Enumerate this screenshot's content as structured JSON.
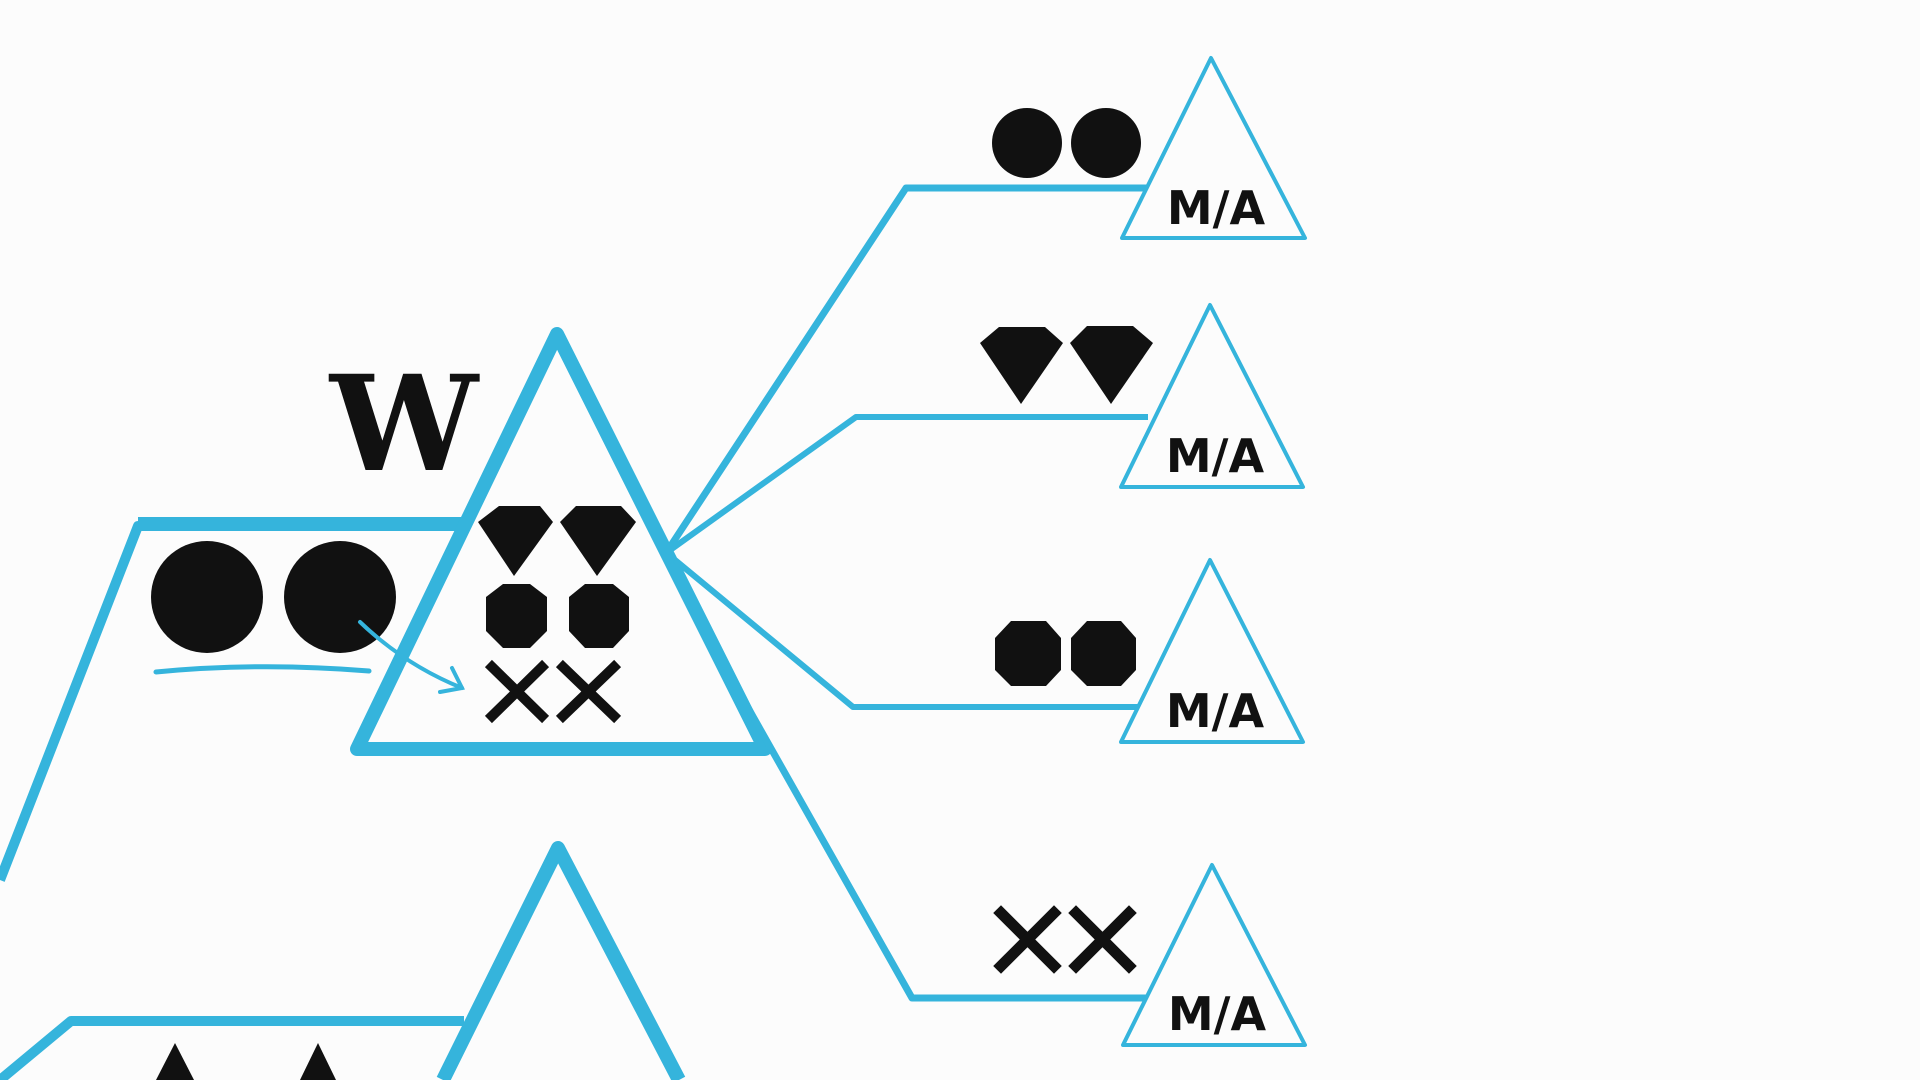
{
  "diagram": {
    "colors": {
      "line": "#35b4dc",
      "shape": "#111111",
      "background": "#fcfcfc"
    },
    "stage_label": "W",
    "main_node": {
      "inputs": [
        "circle",
        "circle"
      ],
      "contents": [
        "diamond",
        "diamond",
        "octagon",
        "octagon",
        "cross",
        "cross"
      ]
    },
    "outputs": [
      {
        "shapes": [
          "circle",
          "circle"
        ],
        "node_label": "M/A"
      },
      {
        "shapes": [
          "diamond",
          "diamond"
        ],
        "node_label": "M/A"
      },
      {
        "shapes": [
          "octagon",
          "octagon"
        ],
        "node_label": "M/A"
      },
      {
        "shapes": [
          "cross",
          "cross"
        ],
        "node_label": "M/A"
      }
    ],
    "secondary_node": {
      "inputs": [
        "triangle",
        "triangle"
      ]
    }
  }
}
